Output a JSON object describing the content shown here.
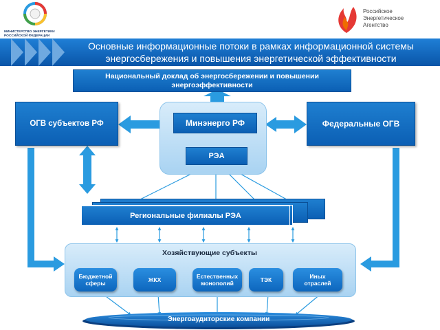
{
  "header": {
    "ministry_logo_text": "МИНИСТЕРСТВО ЭНЕРГЕТИКИ РОССИЙСКОЙ ФЕДЕРАЦИИ",
    "rea_logo_text": "Российское Энергетическое Агентство"
  },
  "title": {
    "line1": "Основные информационные потоки в рамках информационной системы",
    "line2": "энергосбережения и повышения энергетической эффективности"
  },
  "diagram": {
    "national_report": "Национальный доклад об энергосбережении и повышении энергоэффективности",
    "ogv_subjects": "ОГВ субъектов РФ",
    "minenergo": "Минэнерго РФ",
    "rea": "РЭА",
    "federal_ogv": "Федеральные ОГВ",
    "regional_branches": "Региональные филиалы РЭА",
    "economic_entities": "Хозяйствующие субъекты",
    "sectors": [
      "Бюджетной сферы",
      "ЖКХ",
      "Естественных монополий",
      "ТЭК",
      "Иных отраслей"
    ],
    "audit_companies": "Энергоаудиторские компании"
  },
  "colors": {
    "primary_blue": "#0b64b8",
    "light_blue": "#b7dcf5",
    "arrow_blue": "#2a9be0",
    "title_bar": "#1565b8"
  }
}
